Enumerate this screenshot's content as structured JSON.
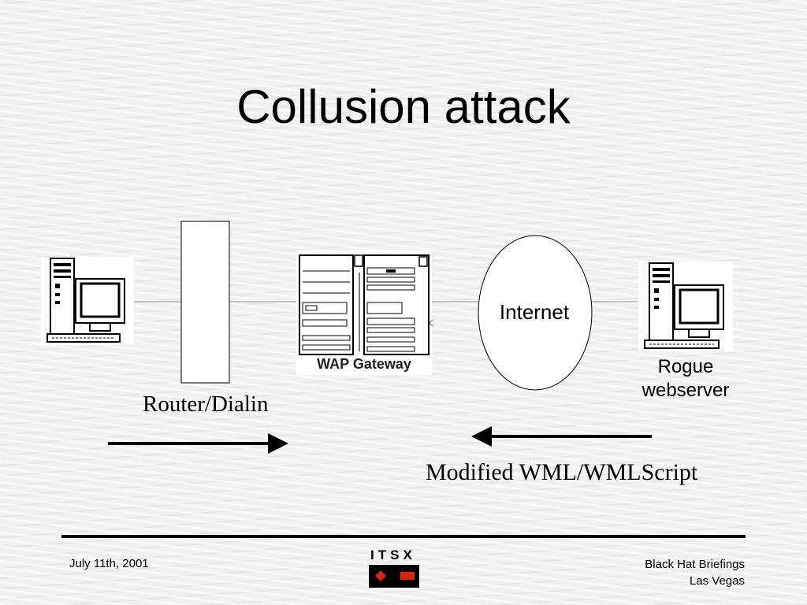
{
  "slide": {
    "title": "Collusion attack"
  },
  "diagram": {
    "router_label": "Router/Dialin",
    "wap_label": "WAP Gateway",
    "internet_label": "Internet",
    "rogue_label_line1": "Rogue",
    "rogue_label_line2": "webserver",
    "modified_label": "Modified WML/WMLScript"
  },
  "footer": {
    "date": "July 11th, 2001",
    "right_line1": "Black Hat Briefings",
    "right_line2": "Las Vegas",
    "logo_text": "ITSX"
  }
}
